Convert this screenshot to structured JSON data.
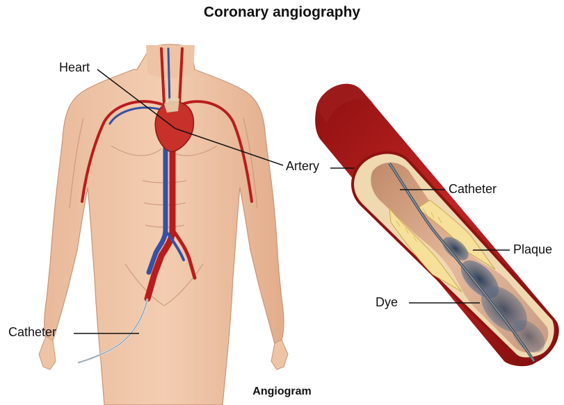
{
  "figure": {
    "title": "Coronary angiography",
    "caption": "Angiogram",
    "labels": {
      "heart": "Heart",
      "artery": "Artery",
      "catheter_body": "Catheter",
      "catheter_vessel": "Catheter",
      "plaque": "Plaque",
      "dye": "Dye"
    }
  }
}
